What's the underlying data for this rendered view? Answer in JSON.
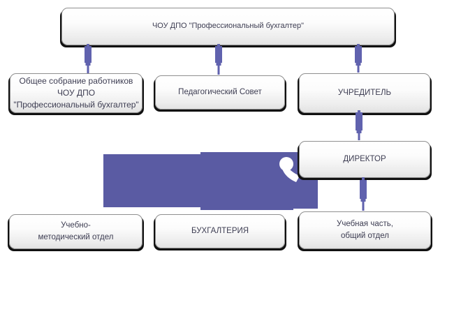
{
  "colors": {
    "connector": "#6062ae",
    "overlay": "#5a5ba3",
    "box_border": "#8f8f8f",
    "box_shadow": "#111111",
    "text": "#3d3d52",
    "white": "#ffffff",
    "background": "#ffffff"
  },
  "nodes": {
    "root": {
      "label": "ЧОУ ДПО \"Профессиональный бухгалтер\""
    },
    "assembly": {
      "lines": [
        "Общее собрание работников",
        "ЧОУ ДПО",
        "\"Профессиональный бухгалтер\""
      ]
    },
    "ped_council": {
      "label": "Педагогический Совет"
    },
    "founder": {
      "label": "УЧРЕДИТЕЛЬ"
    },
    "director": {
      "label": "ДИРЕКТОР"
    },
    "edu_method": {
      "lines": [
        "Учебно-",
        "методический отдел"
      ]
    },
    "accounting": {
      "label": "БУХГАЛТЕРИЯ"
    },
    "edu_unit": {
      "lines": [
        "Учебная часть,",
        "общий отдел"
      ]
    }
  }
}
